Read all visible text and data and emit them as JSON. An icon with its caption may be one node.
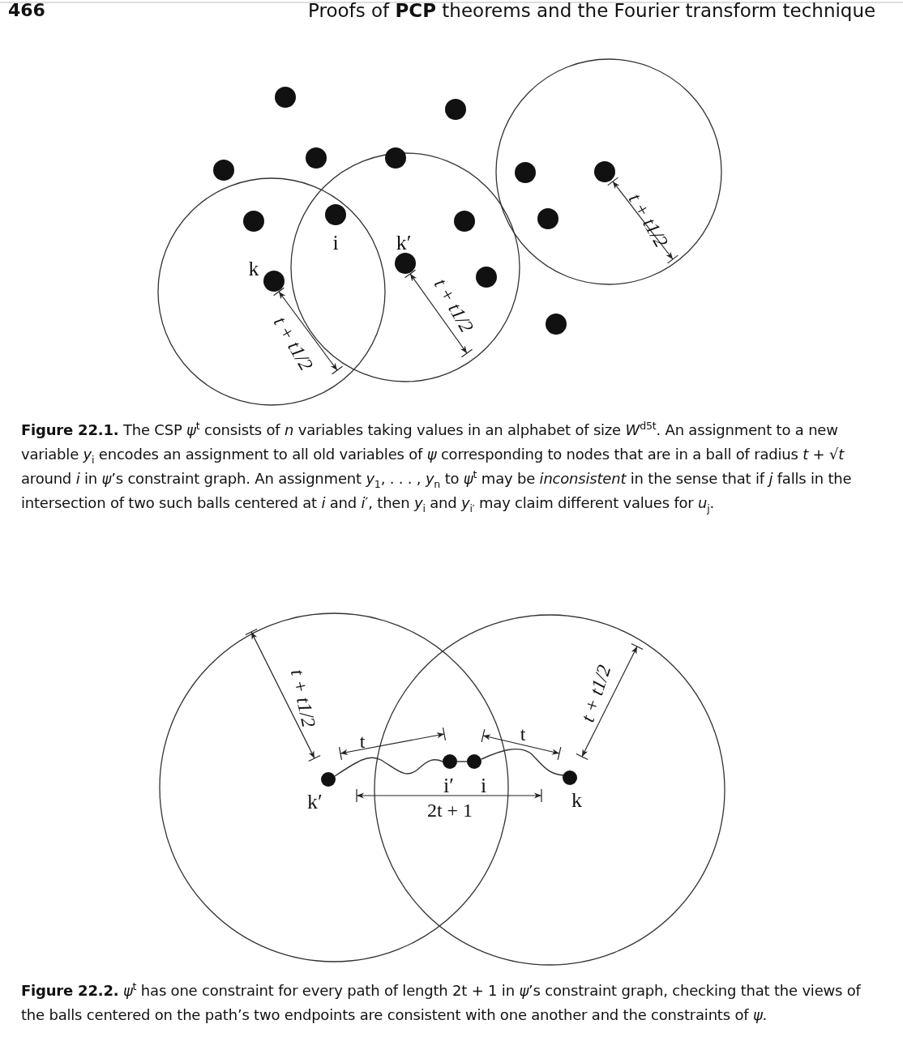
{
  "diagram": {
    "nodes": [
      {
        "text": [],
        "shape": "circle",
        "beside": [
          "k′"
        ]
      },
      {
        "text": [],
        "shape": "circle",
        "beside": [
          "i′"
        ]
      },
      {
        "text": [],
        "shape": "circle",
        "beside": [
          "i"
        ]
      },
      {
        "text": [],
        "shape": "circle",
        "beside": [
          "k"
        ]
      }
    ],
    "edges": [
      {
        "from": 0,
        "to": 1,
        "arrow": "none"
      },
      {
        "from": 1,
        "to": 2,
        "arrow": "none"
      },
      {
        "from": 2,
        "to": 3,
        "arrow": "none"
      }
    ],
    "labels": [
      "466",
      "Proofs of **PCP** theorems and the Fourier transform technique",
      "t + t1/2",
      "i",
      "k′",
      "k",
      "t + t1/2",
      "t + t1/2",
      "**Figure 22.1.** The CSP *ψ*$^{t}$ consists of *n* variables taking values in an alphabet of size *W*$^{d5t}$. An assignment to a new variable *y*$_{i}$ encodes an assignment to all old variables of *ψ* corresponding to nodes that are in a ball of radius *t* + √*t* around *i* in *ψ*’s constraint graph. An assignment *y*$_{1}$, . . . , *y*$_{n}$ to *ψ*$^{t}$ may be *inconsistent* in the sense that if *j* falls in the intersection of two such balls centered at *i* and *i*′, then *y*$_{i}$ and *y*$_{i′}$ may claim different values for *u*$_{j}$.",
      "t + t1/2",
      "t",
      "t",
      "t + t1/2",
      "2t + 1",
      "**Figure 22.2.** *ψ*$^{t}$ has one constraint for every path of length 2t + 1 in *ψ*’s constraint graph, checking that the views of the balls centered on the path’s two endpoints are consistent with one another and the constraints of *ψ*."
    ]
  }
}
